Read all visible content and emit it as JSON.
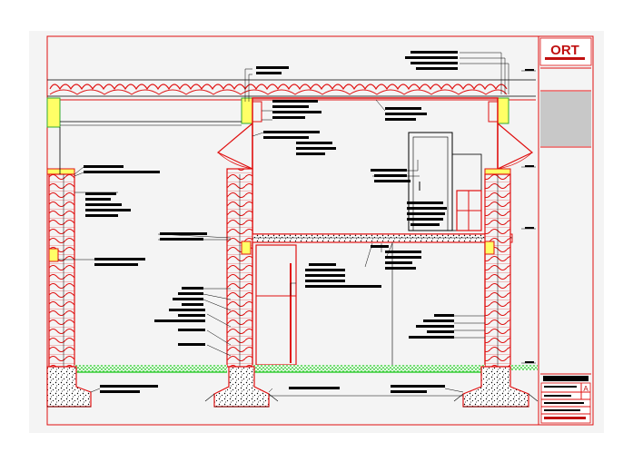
{
  "drawing": {
    "type": "architectural-section",
    "colors": {
      "paper": "#f4f4f4",
      "frame": "#e01010",
      "wall": "#e01010",
      "ink": "#000000",
      "glazing": "#ffff66",
      "grass": "#33cc33",
      "gravel": "#bbbbbb",
      "titleblock_gray": "#c8c8c8"
    }
  },
  "titleblock": {
    "logo": "ORT",
    "revision_letter": "A"
  }
}
